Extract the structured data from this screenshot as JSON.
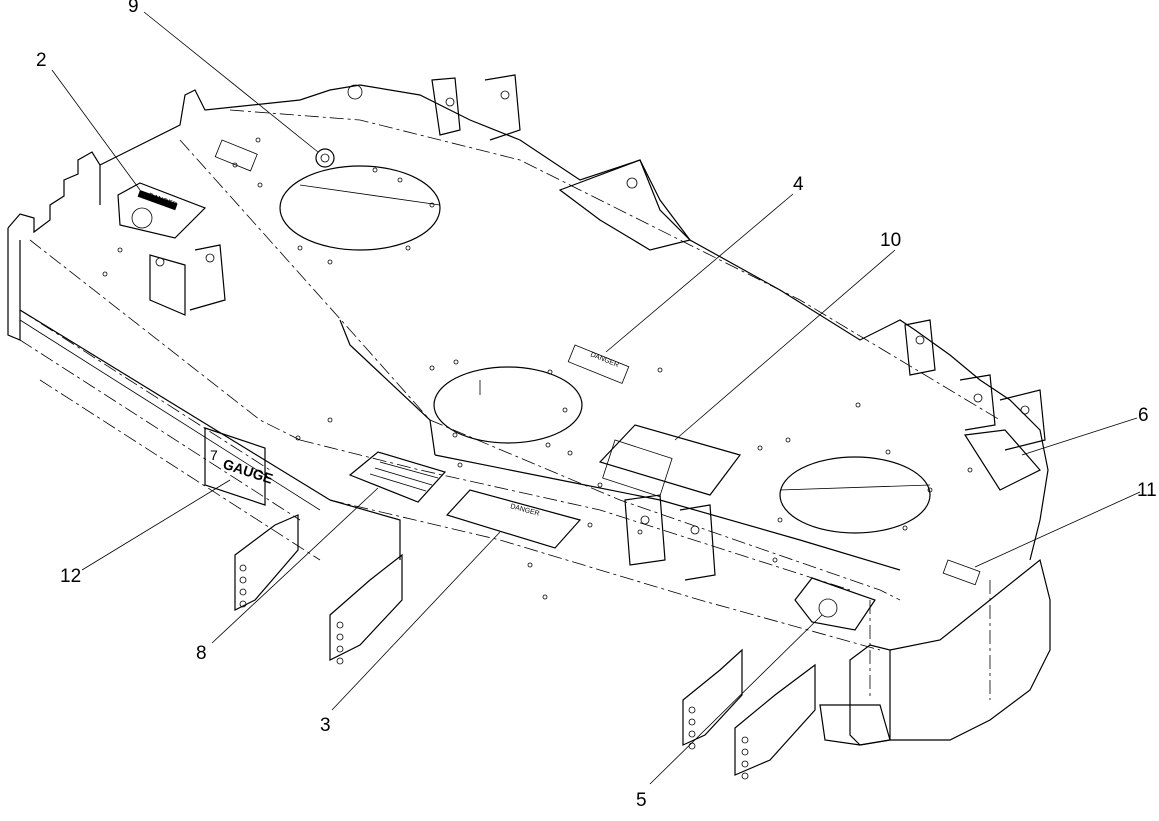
{
  "callouts": [
    {
      "id": "c2",
      "label": "2"
    },
    {
      "id": "c9",
      "label": "9"
    },
    {
      "id": "c4",
      "label": "4"
    },
    {
      "id": "c10",
      "label": "10"
    },
    {
      "id": "c6",
      "label": "6"
    },
    {
      "id": "c11",
      "label": "11"
    },
    {
      "id": "c12",
      "label": "12"
    },
    {
      "id": "c8",
      "label": "8"
    },
    {
      "id": "c3",
      "label": "3"
    },
    {
      "id": "c5",
      "label": "5"
    }
  ],
  "decals": {
    "danger_left": "DANGER",
    "danger_center": "DANGER",
    "danger_large": "DANGER",
    "gauge_line1": "7",
    "gauge_line2": "GAUGE"
  }
}
